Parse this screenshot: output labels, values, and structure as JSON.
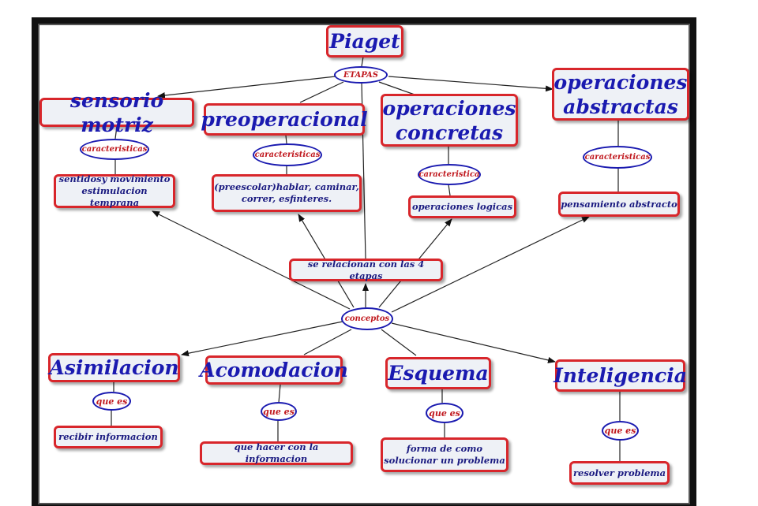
{
  "colors": {
    "box_border": "#d8262b",
    "box_fill": "#eef1f6",
    "title_text": "#1a1ab0",
    "connector_text": "#c0181e",
    "oval_border": "#1a1ab0"
  },
  "root": "Piaget",
  "etapas_label": "ETAPAS",
  "stages": [
    {
      "title": "sensorio motriz",
      "link": "caracteristicas",
      "detail": "sentidosy movimiento estimulacion temprana"
    },
    {
      "title": "preoperacional",
      "link": "caracteristicas",
      "detail": "(preescolar)hablar, caminar, correr, esfinteres."
    },
    {
      "title": "operaciones concretas",
      "link": "caracteristica",
      "detail": "operaciones logicas"
    },
    {
      "title": "operaciones abstractas",
      "link": "caracteristicas",
      "detail": "pensamiento abstracto"
    }
  ],
  "relation": "se relacionan con las 4 etapas",
  "conceptos_label": "conceptos",
  "concepts": [
    {
      "title": "Asimilacion",
      "link": "que es",
      "detail": "recibir informacion"
    },
    {
      "title": "Acomodacion",
      "link": "que es",
      "detail": "que hacer con la informacion"
    },
    {
      "title": "Esquema",
      "link": "que es",
      "detail": "forma de como solucionar un problema"
    },
    {
      "title": "Inteligencia",
      "link": "que es",
      "detail": "resolver problema"
    }
  ]
}
